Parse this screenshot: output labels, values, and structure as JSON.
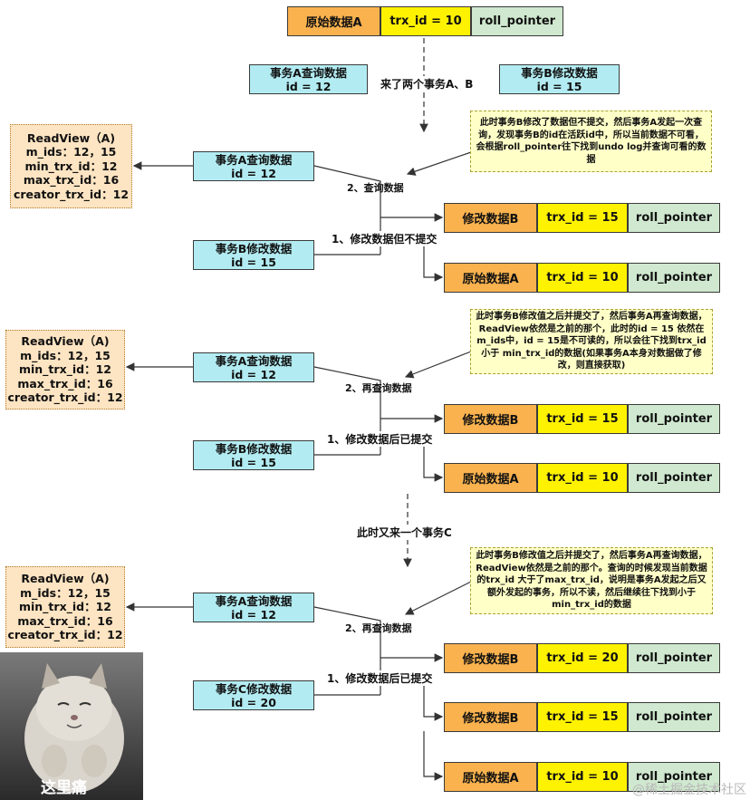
{
  "top": {
    "data_a": "原始数据A",
    "trx": "trx_id = 10",
    "roll": "roll_pointer",
    "txa": [
      "事务A查询数据",
      "id = 12"
    ],
    "txb": [
      "事务B修改数据",
      "id = 15"
    ],
    "arrive": "来了两个事务A、B"
  },
  "section1": {
    "readview": [
      "ReadView（A)",
      "m_ids：12，15",
      "min_trx_id：12",
      "max_trx_id：16",
      "creator_trx_id：12"
    ],
    "txa": [
      "事务A查询数据",
      "id = 12"
    ],
    "txb": [
      "事务B修改数据",
      "id = 15"
    ],
    "query_label": "2、查询数据",
    "modify_label": "1、修改数据但不提交",
    "note": "此时事务B修改了数据但不提交，然后事务A发起一次查询，发现事务B的id在活跃id中，所以当前数据不可看，会根据roll_pointer往下找到undo log并查询可看的数据",
    "chain": [
      {
        "data": "修改数据B",
        "trx": "trx_id = 15",
        "roll": "roll_pointer"
      },
      {
        "data": "原始数据A",
        "trx": "trx_id = 10",
        "roll": "roll_pointer"
      }
    ]
  },
  "section2": {
    "readview": [
      "ReadView（A)",
      "m_ids：12，15",
      "min_trx_id：12",
      "max_trx_id：16",
      "creator_trx_id：12"
    ],
    "txa": [
      "事务A查询数据",
      "id = 12"
    ],
    "txb": [
      "事务B修改数据",
      "id = 15"
    ],
    "query_label": "2、再查询数据",
    "modify_label": "1、修改数据后已提交",
    "note": "此时事务B修改值之后并提交了，然后事务A再查询数据，ReadView依然是之前的那个，此时的id = 15 依然在 m_ids中，id = 15是不可读的，所以会往下找到trx_id 小于 min_trx_id的数据(如果事务A本身对数据做了修改，则直接获取)",
    "chain": [
      {
        "data": "修改数据B",
        "trx": "trx_id = 15",
        "roll": "roll_pointer"
      },
      {
        "data": "原始数据A",
        "trx": "trx_id = 10",
        "roll": "roll_pointer"
      }
    ]
  },
  "arrive_c": "此时又来一个事务C",
  "section3": {
    "readview": [
      "ReadView（A)",
      "m_ids：12，15",
      "min_trx_id：12",
      "max_trx_id：16",
      "creator_trx_id：12"
    ],
    "txa": [
      "事务A查询数据",
      "id = 12"
    ],
    "txc": [
      "事务C修改数据",
      "id = 20"
    ],
    "query_label": "2、再查询数据",
    "modify_label": "1、修改数据后已提交",
    "note": "此时事务B修改值之后并提交了，然后事务A再查询数据，ReadView依然是之前的那个。查询的时候发现当前数据的trx_id 大于了max_trx_id，说明是事务A发起之后又额外发起的事务，所以不读，然后继续往下找到小于min_trx_id的数据",
    "chain": [
      {
        "data": "修改数据B",
        "trx": "trx_id = 20",
        "roll": "roll_pointer"
      },
      {
        "data": "修改数据B",
        "trx": "trx_id = 15",
        "roll": "roll_pointer"
      },
      {
        "data": "原始数据A",
        "trx": "trx_id = 10",
        "roll": "roll_pointer"
      }
    ]
  },
  "cat_caption": "这里痛",
  "watermark": "@稀土掘金技术社区"
}
